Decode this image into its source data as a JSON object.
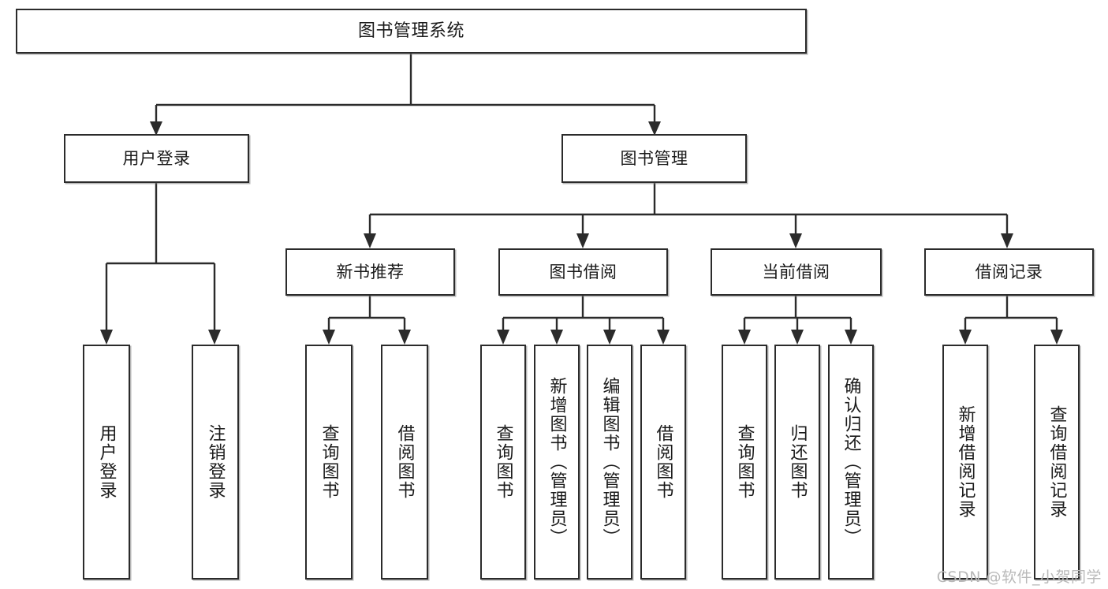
{
  "diagram": {
    "type": "tree",
    "title": "图书管理系统",
    "root": {
      "label": "图书管理系统"
    },
    "level2": [
      {
        "label": "用户登录"
      },
      {
        "label": "图书管理"
      }
    ],
    "level3": [
      {
        "label": "新书推荐"
      },
      {
        "label": "图书借阅"
      },
      {
        "label": "当前借阅"
      },
      {
        "label": "借阅记录"
      }
    ],
    "leaves": {
      "user_login": [
        {
          "label": "用户登录"
        },
        {
          "label": "注销登录"
        }
      ],
      "new_book": [
        {
          "label": "查询图书"
        },
        {
          "label": "借阅图书"
        }
      ],
      "book_borrow": [
        {
          "label": "查询图书"
        },
        {
          "label": "新增图书（管理员）"
        },
        {
          "label": "编辑图书（管理员）"
        },
        {
          "label": "借阅图书"
        }
      ],
      "current_borrow": [
        {
          "label": "查询图书"
        },
        {
          "label": "归还图书"
        },
        {
          "label": "确认归还（管理员）"
        }
      ],
      "borrow_record": [
        {
          "label": "新增借阅记录"
        },
        {
          "label": "查询借阅记录"
        }
      ]
    }
  },
  "watermark": {
    "text": "CSDN @软件_小贺同学"
  },
  "colors": {
    "box_border": "#2b2b2b",
    "box_fill": "#ffffff",
    "line": "#2b2b2b",
    "text": "#1a1a1a",
    "watermark": "#b9b9b9",
    "background": "#ffffff"
  }
}
